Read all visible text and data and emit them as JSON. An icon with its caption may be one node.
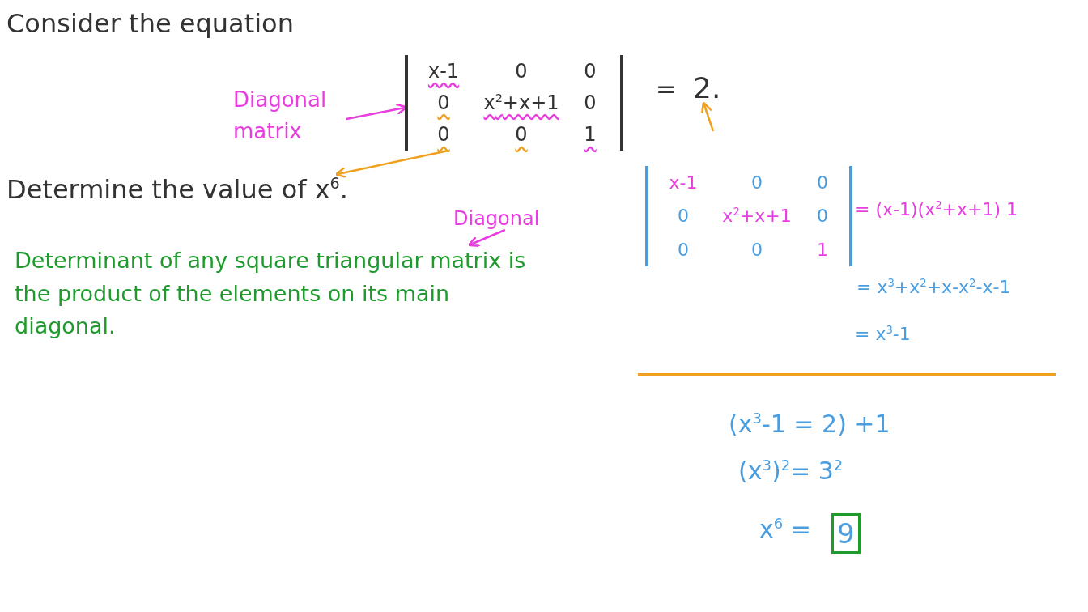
{
  "diagram": {
    "nodes": [
      {
        "text": [
          "Diagonal matrix"
        ]
      },
      {
        "text": [
          "x-1",
          "0",
          "0",
          "0",
          "x$^{2}$+x+1",
          "0",
          "0",
          "0",
          "1"
        ]
      },
      {
        "text": [
          "2."
        ]
      },
      {
        "text": [
          "Determine the value of x$^{6}$."
        ]
      },
      {
        "text": [
          "Diagonal"
        ]
      },
      {
        "text": [
          "Determinant of any square triangular matrix is the product of the elements on its main diagonal."
        ]
      },
      {
        "text": [
          "x-1",
          "0",
          "0",
          "0",
          "x$^{2}$+x+1",
          "0",
          "0",
          "0",
          "1"
        ],
        "beside": [
          "= (x-1)(x$^{2}$+x+1) 1"
        ]
      },
      {
        "text": [
          "9"
        ]
      }
    ],
    "edges": [
      {
        "from": 0,
        "to": 1,
        "arrow": "to",
        "color": "#e83ee0"
      },
      {
        "from": 1,
        "to": 3,
        "arrow": "to",
        "color": "#f0a020"
      },
      {
        "from": null,
        "to": 2,
        "arrow": "to",
        "color": "#f0a020"
      },
      {
        "from": 4,
        "to": 5,
        "arrow": "to",
        "color": "#e83ee0"
      }
    ],
    "labels": [
      "Consider the equation",
      "=",
      "= x$^{3}$+x$^{2}$+x-x$^{2}$-x-1",
      "= x$^{3}$-1",
      "(x$^{3}$-1 = 2) +1",
      "(x$^{3}$)$^{2}$= 3$^{2}$",
      "x$^{6}$ ="
    ]
  }
}
